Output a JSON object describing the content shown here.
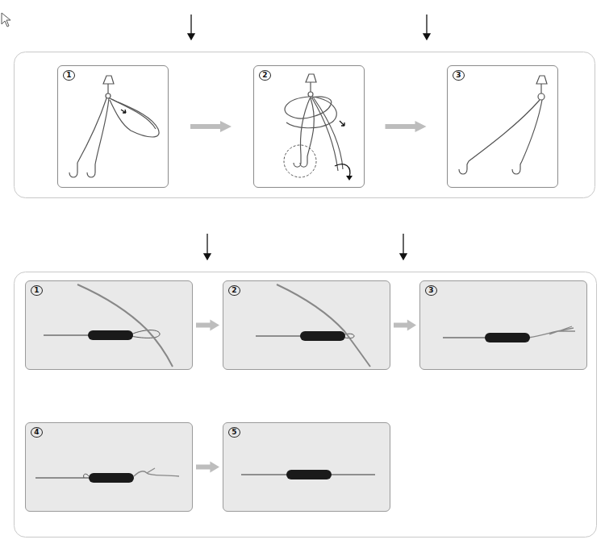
{
  "diagram": {
    "nodes": [
      {
        "text": [
          "1"
        ]
      },
      {
        "text": [
          "2"
        ]
      },
      {
        "text": [
          "3"
        ]
      },
      {
        "text": [
          "1"
        ]
      },
      {
        "text": [
          "2"
        ]
      },
      {
        "text": [
          "3"
        ]
      },
      {
        "text": [
          "4"
        ]
      },
      {
        "text": [
          "5"
        ]
      }
    ],
    "edges": [
      {
        "from": 0,
        "to": 1,
        "arrow": "to"
      },
      {
        "from": 1,
        "to": 2,
        "arrow": "to"
      },
      {
        "from": 3,
        "to": 4,
        "arrow": "to"
      },
      {
        "from": 4,
        "to": 5,
        "arrow": "to"
      },
      {
        "from": 6,
        "to": 7,
        "arrow": "to"
      }
    ]
  }
}
